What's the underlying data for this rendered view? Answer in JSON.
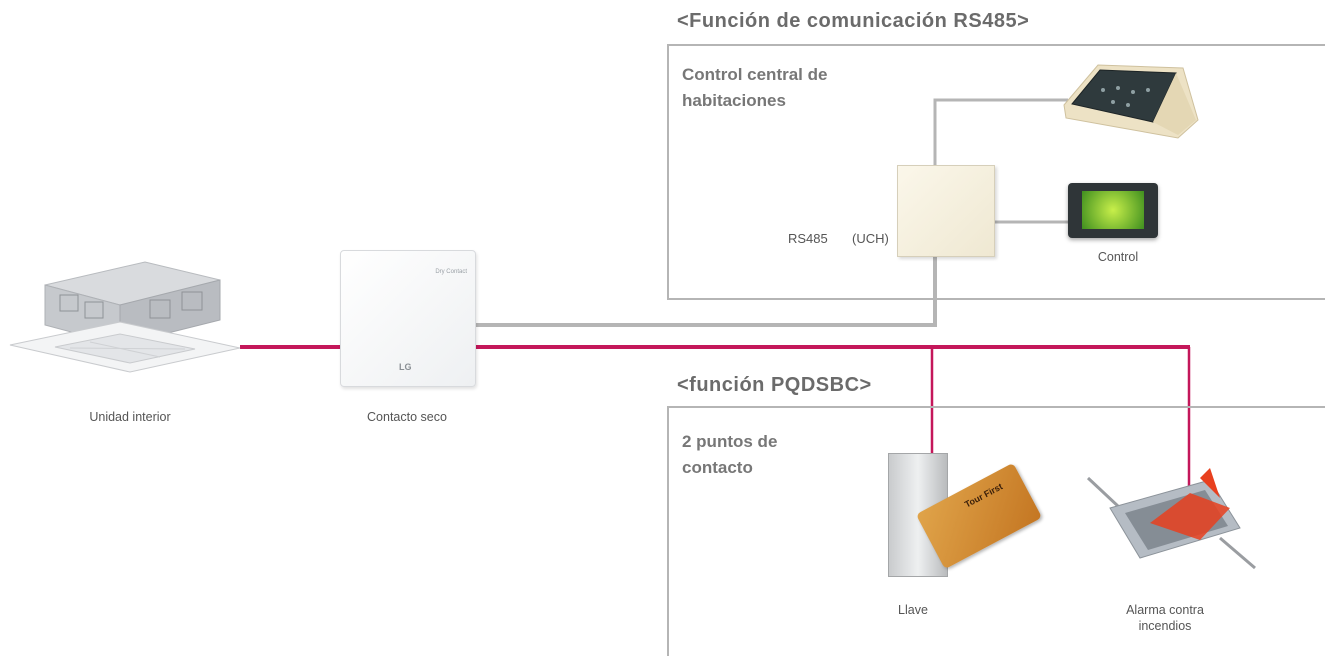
{
  "rs485_section": {
    "title": "<Función de comunicación RS485>",
    "box_label_line1": "Control central de",
    "box_label_line2": "habitaciones",
    "rs485_label": "RS485",
    "uch_label": "(UCH)",
    "control_caption": "Control"
  },
  "pqdsbc_section": {
    "title": "<función PQDSBC>",
    "box_label_line1": "2 puntos de",
    "box_label_line2": "contacto",
    "key_caption": "Llave",
    "alarm_caption_line1": "Alarma contra",
    "alarm_caption_line2": "incendios"
  },
  "devices": {
    "indoor_unit_caption": "Unidad interior",
    "dry_contact_caption": "Contacto seco",
    "dry_contact_brand": "LG",
    "dry_contact_model": "Dry Contact",
    "keycard_text": "Tour First"
  },
  "colors": {
    "signal_line": "#c4175a",
    "comm_line": "#b5b5b5",
    "title_text": "#6b6b6b"
  }
}
